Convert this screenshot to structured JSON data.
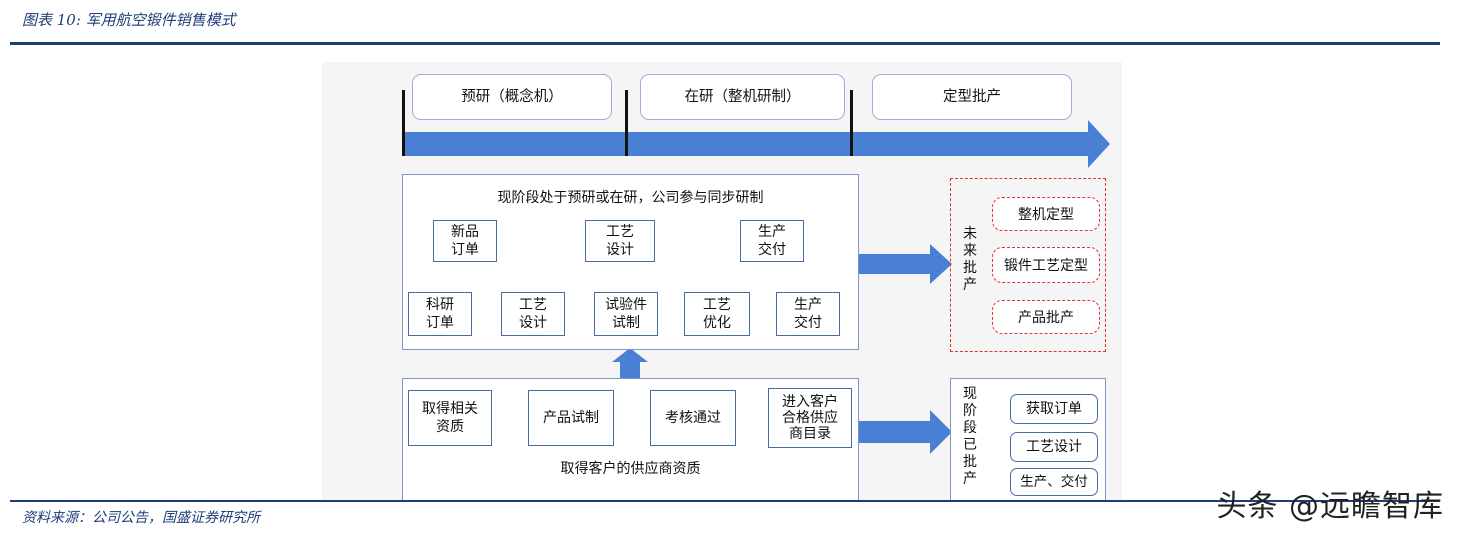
{
  "figure_title": "图表 10: 军用航空锻件销售模式",
  "source": "资料来源：公司公告，国盛证券研究所",
  "watermark": "头条 @远瞻智库",
  "phases": [
    "预研（概念机）",
    "在研（整机研制）",
    "定型批产"
  ],
  "current_panel": {
    "title": "现阶段处于预研或在研，公司参与同步研制",
    "flow1": [
      "新品\n订单",
      "工艺\n设计",
      "生产\n交付"
    ],
    "flow2": [
      "科研\n订单",
      "工艺\n设计",
      "试验件\n试制",
      "工艺\n优化",
      "生产\n交付"
    ]
  },
  "qualification_panel": {
    "title": "取得客户的供应商资质",
    "items": [
      "取得相关\n资质",
      "产品试制",
      "考核通过",
      "进入客户\n合格供应\n商目录"
    ]
  },
  "future_panel": {
    "label": "未来批产",
    "items": [
      "整机定型",
      "锻件工艺定型",
      "产品批产"
    ]
  },
  "now_panel": {
    "label": "现阶段已批产",
    "items": [
      "获取订单",
      "工艺设计",
      "生产、交付"
    ]
  },
  "colors": {
    "arrow": "#4a7fd6",
    "box_border": "#4a6aa8",
    "dashed": "#e03030",
    "title_text": "#1f3d7a"
  }
}
